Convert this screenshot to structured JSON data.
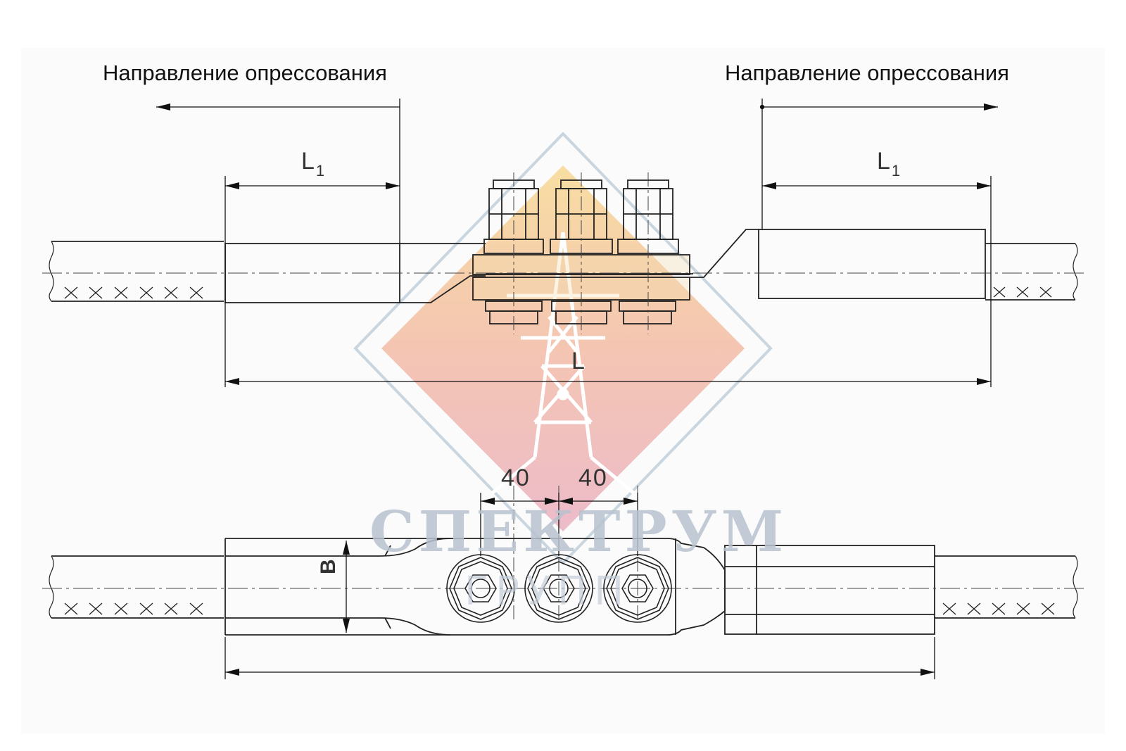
{
  "labels": {
    "direction_left": "Направление опрессования",
    "direction_right": "Направление опрессования",
    "l1_main": "L",
    "l1_sub": "1",
    "l1_right_main": "L",
    "l1_right_sub": "1",
    "length_total": "L",
    "spacing_1": "40",
    "spacing_2": "40",
    "width": "B"
  },
  "watermark": {
    "text_primary": "СПЕКТРУМ",
    "text_secondary": "ГРУПП"
  },
  "colors": {
    "line": "#222222",
    "watermark_text": "#b9c3cf",
    "clamp_fill": "#f3ddb0",
    "logo_top": "#f6d08a",
    "logo_bottom": "#e99aa8"
  }
}
